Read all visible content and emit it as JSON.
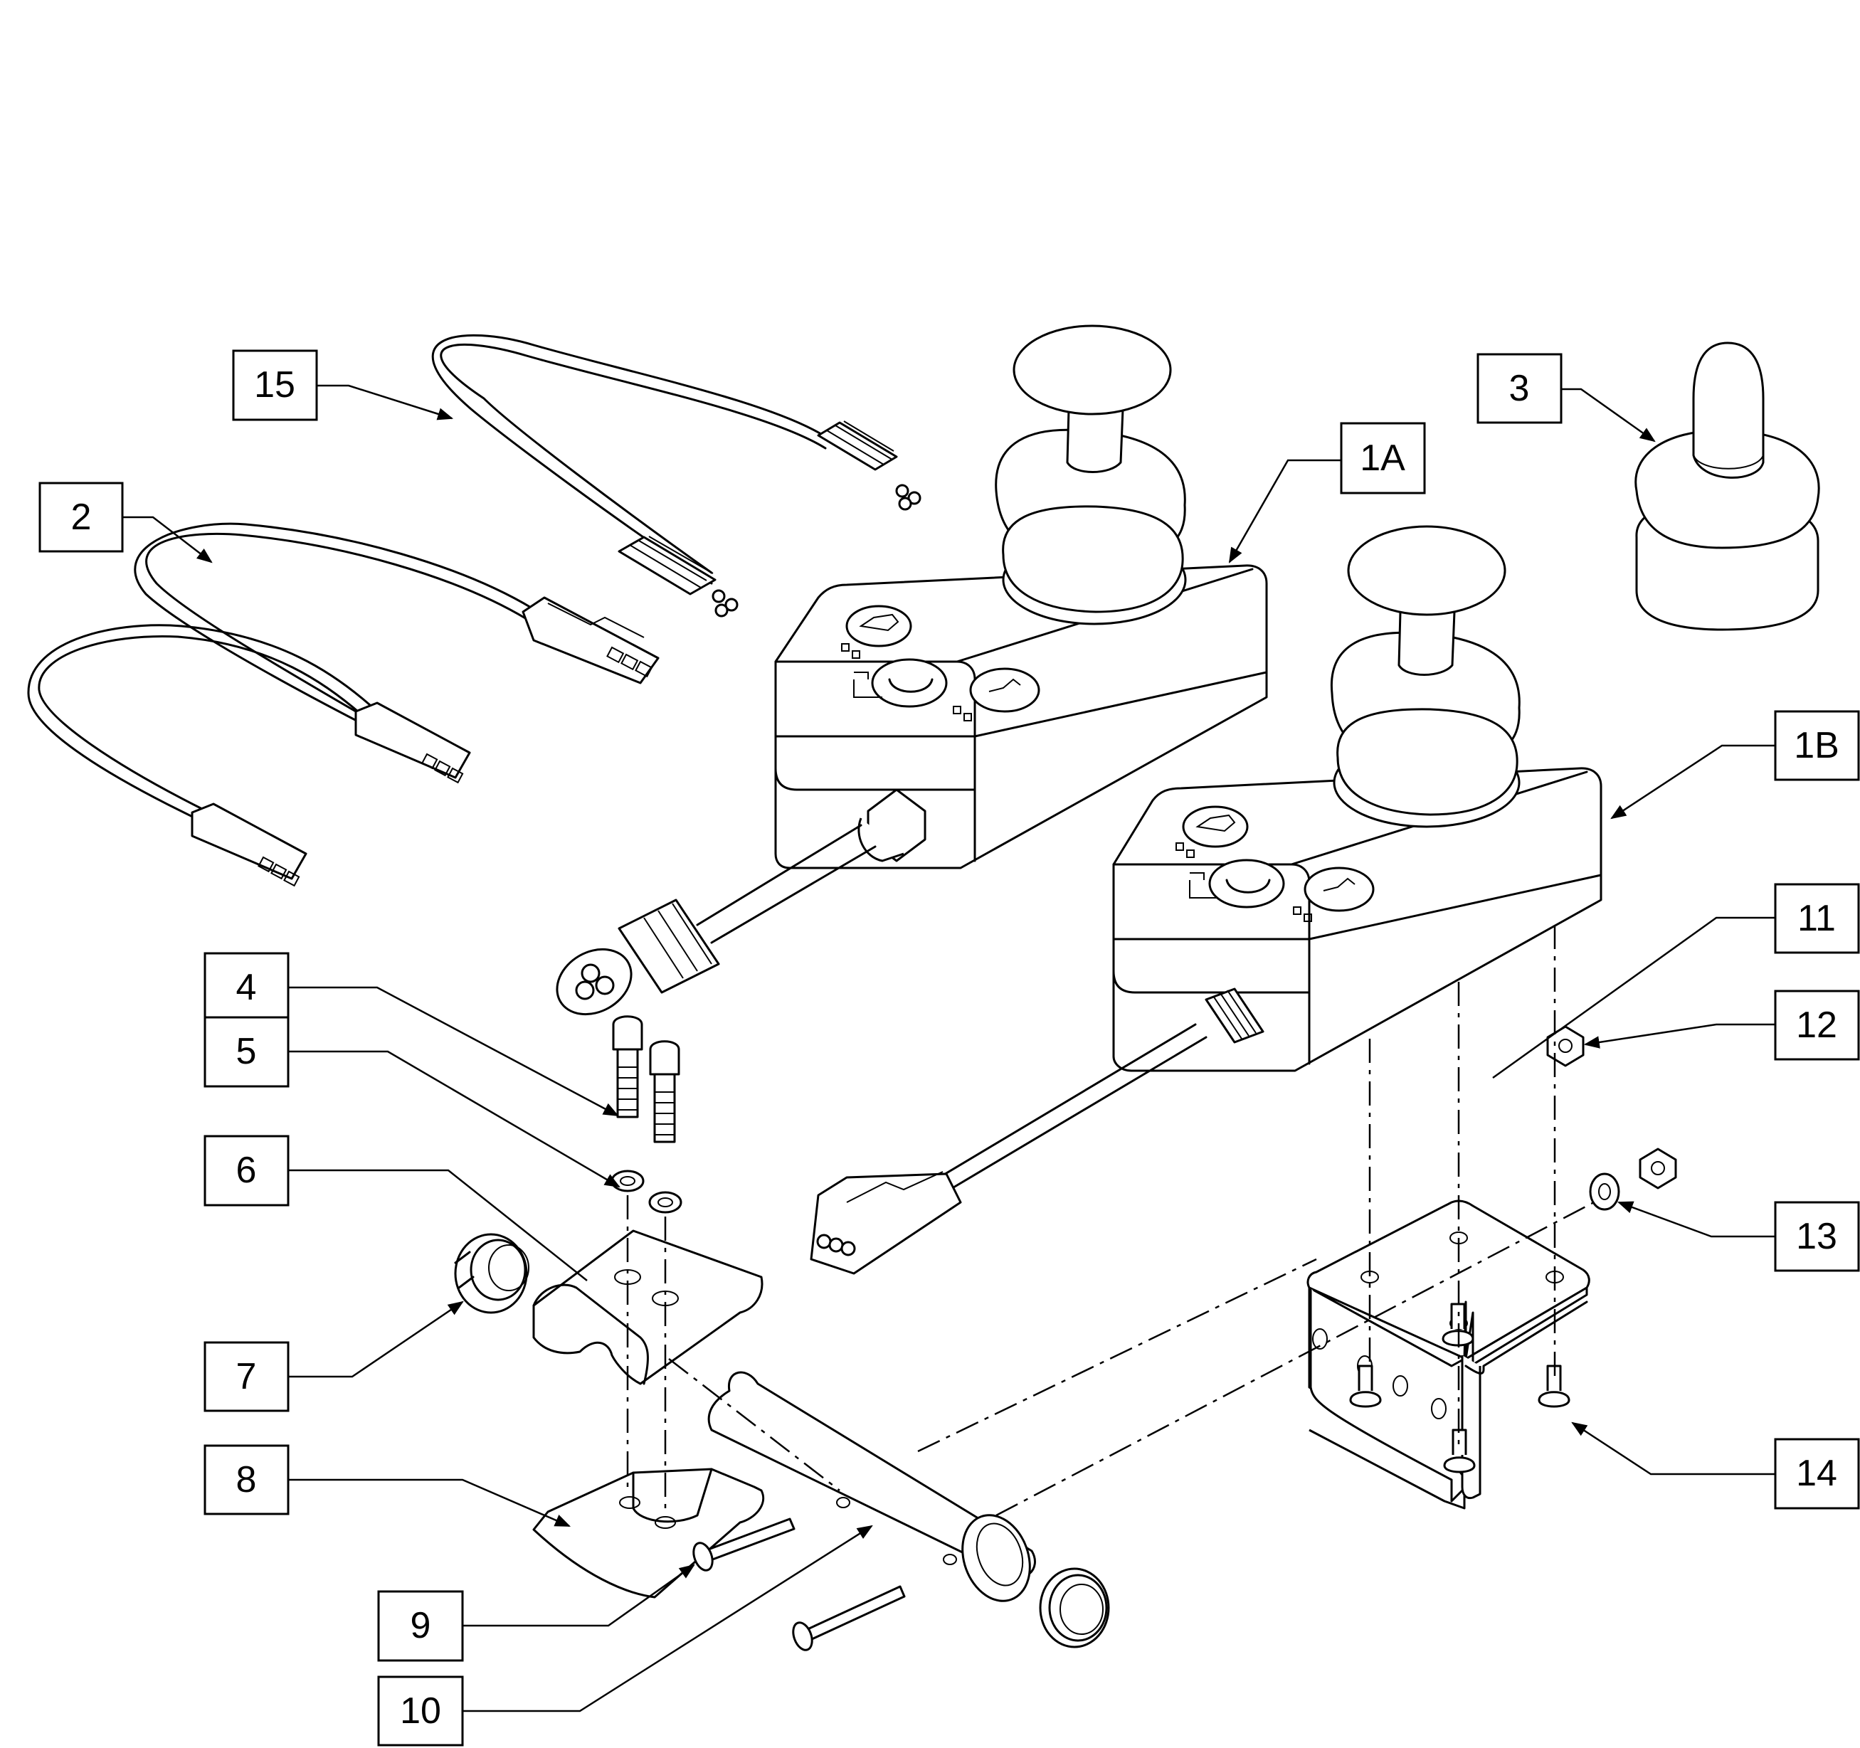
{
  "callouts": {
    "c15": "15",
    "c2": "2",
    "c1A": "1A",
    "c3": "3",
    "c1B": "1B",
    "c11": "11",
    "c12": "12",
    "c4": "4",
    "c5": "5",
    "c6": "6",
    "c7": "7",
    "c8": "8",
    "c9": "9",
    "c10": "10",
    "c13": "13",
    "c14": "14"
  }
}
